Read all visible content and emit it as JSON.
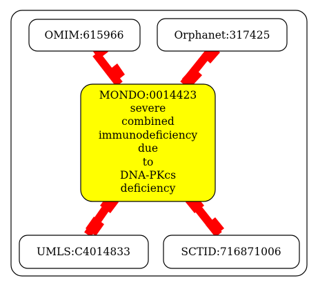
{
  "diagram": {
    "center_node": {
      "lines": [
        "MONDO:0014423",
        "severe",
        "combined",
        "immunodeficiency",
        "due",
        "to",
        "DNA-PKcs",
        "deficiency"
      ],
      "fill_color": "#ffff00"
    },
    "nodes": {
      "omim": "OMIM:615966",
      "orphanet": "Orphanet:317425",
      "umls": "UMLS:C4014833",
      "sctid": "SCTID:716871006"
    },
    "edge_color": "#ff0000",
    "border_color": "#000000"
  }
}
